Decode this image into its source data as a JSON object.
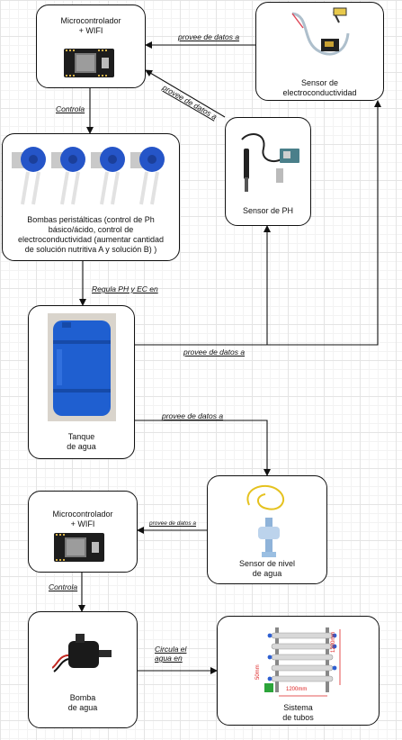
{
  "nodes": {
    "micro1": "Microcontrolador\n+ WIFI",
    "ec_sensor": "Sensor de\nelectroconductividad",
    "ph_sensor": "Sensor de PH",
    "pumps": "Bombas peristálticas (control de Ph básico/ácido, control de electroconductividad (aumentar cantidad de solución nutritiva A y solución B) )",
    "tank": "Tanque\nde agua",
    "level_sensor": "Sensor de nivel\nde agua",
    "micro2": "Microcontrolador\n+ WIFI",
    "pump": "Bomba\nde agua",
    "tubes": "Sistema\nde tubos"
  },
  "edges": {
    "ec_to_micro": "provee de datos a",
    "ph_to_micro": "provee de datos a",
    "micro_controls": "Controla",
    "pumps_regulate": "Regula PH y EC en",
    "tank_provides": "provee de datos a",
    "tank_to_level": "provee de datos a",
    "level_to_micro": "provee de datos a",
    "micro2_controls": "Controla",
    "pump_circulates": "Circula el\nagua en"
  },
  "tube_dims": {
    "width": "1200mm",
    "height": "1200mm",
    "depth": "50mm"
  }
}
